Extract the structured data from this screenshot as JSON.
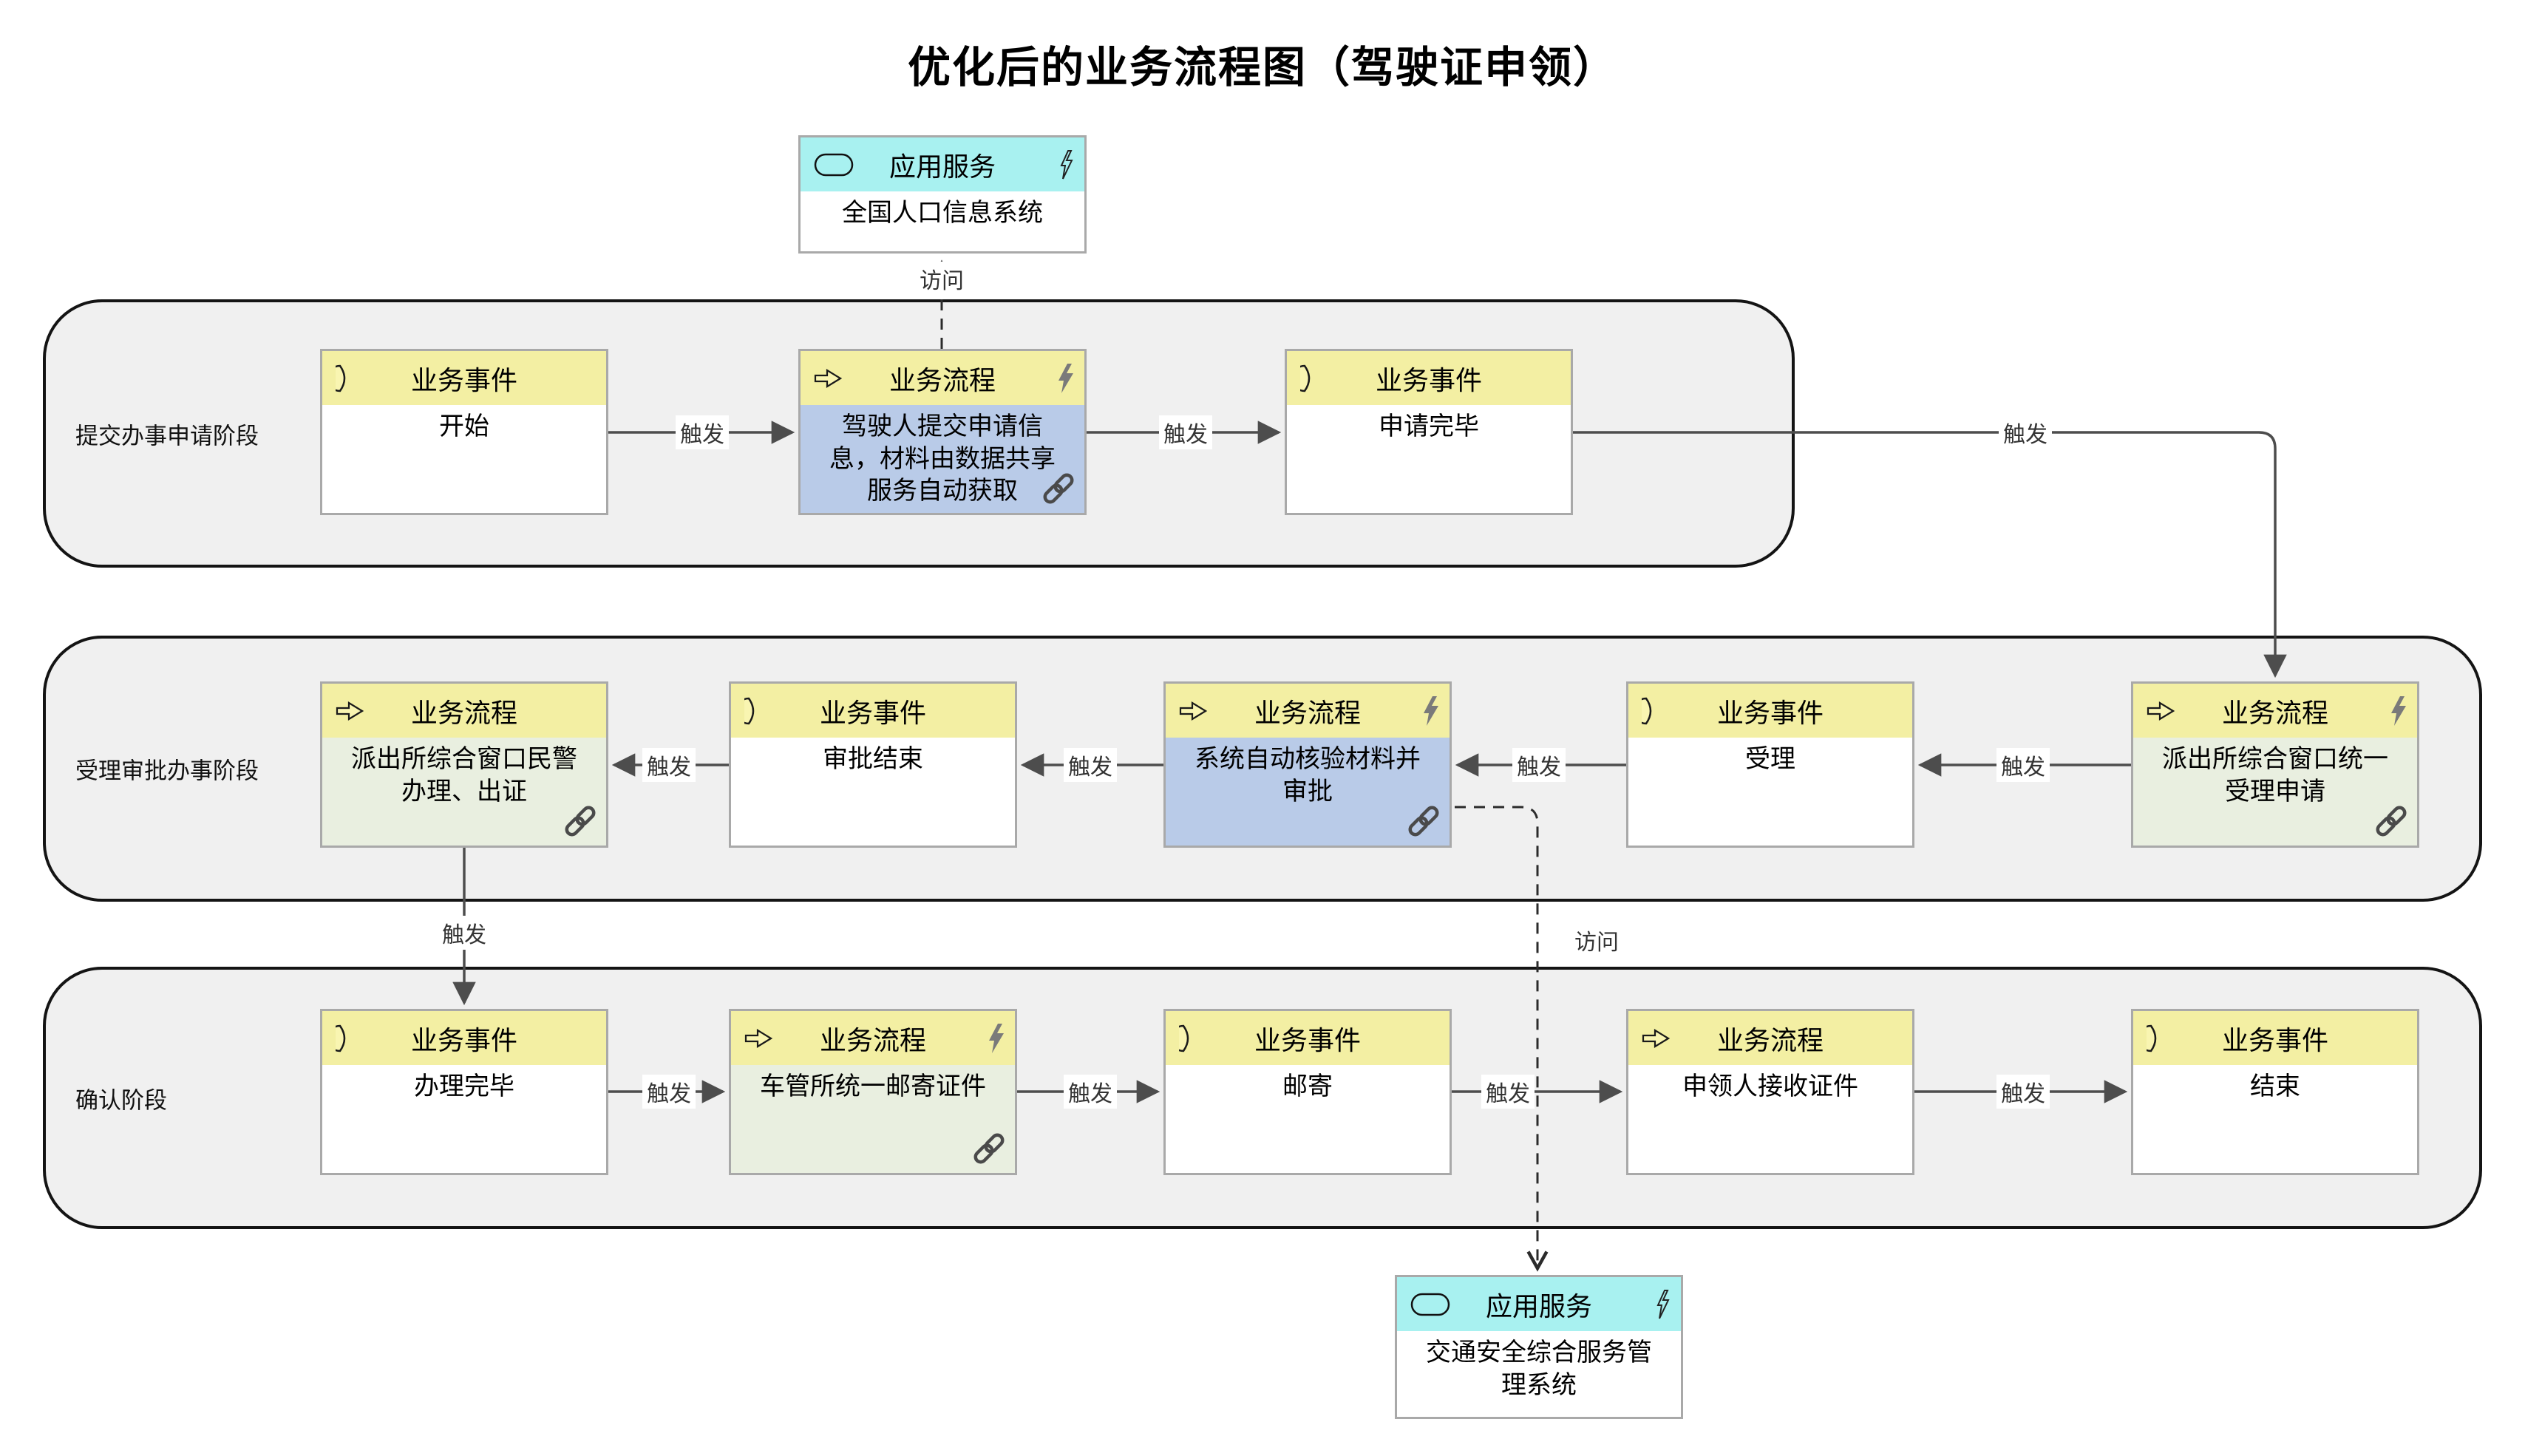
{
  "title": "优化后的业务流程图（驾驶证申领）",
  "labels": {
    "trigger": "触发",
    "access": "访问"
  },
  "type_labels": {
    "business_event": "业务事件",
    "business_process": "业务流程",
    "application_service": "应用服务"
  },
  "lanes": [
    {
      "label": "提交办事申请阶段"
    },
    {
      "label": "受理审批办事阶段"
    },
    {
      "label": "确认阶段"
    }
  ],
  "nodes": {
    "start": {
      "type": "业务事件",
      "name": "开始"
    },
    "submit": {
      "type": "业务流程",
      "name": "驾驶人提交申请信息，材料由数据共享服务自动获取"
    },
    "apply_done": {
      "type": "业务事件",
      "name": "申请完毕"
    },
    "police_handle": {
      "type": "业务流程",
      "name": "派出所综合窗口民警办理、出证"
    },
    "approve_end": {
      "type": "业务事件",
      "name": "审批结束"
    },
    "auto_verify": {
      "type": "业务流程",
      "name": "系统自动核验材料并审批"
    },
    "accept": {
      "type": "业务事件",
      "name": "受理"
    },
    "unified_accept": {
      "type": "业务流程",
      "name": "派出所综合窗口统一受理申请"
    },
    "handle_done": {
      "type": "业务事件",
      "name": "办理完毕"
    },
    "mail_cert": {
      "type": "业务流程",
      "name": "车管所统一邮寄证件"
    },
    "mail": {
      "type": "业务事件",
      "name": "邮寄"
    },
    "receive": {
      "type": "业务流程",
      "name": "申领人接收证件"
    },
    "end": {
      "type": "业务事件",
      "name": "结束"
    },
    "svc_population": {
      "type": "应用服务",
      "name": "全国人口信息系统"
    },
    "svc_traffic": {
      "type": "应用服务",
      "name": "交通安全综合服务管理系统"
    }
  },
  "colors": {
    "event_process_header": "#f3efa3",
    "process_body_blue": "#b9cbe8",
    "process_body_green": "#e9efe0",
    "app_service_header": "#a8f1f0",
    "lane_background": "#f0f0f0",
    "node_border": "#a9a9a9",
    "connector": "#4d4d4d"
  }
}
